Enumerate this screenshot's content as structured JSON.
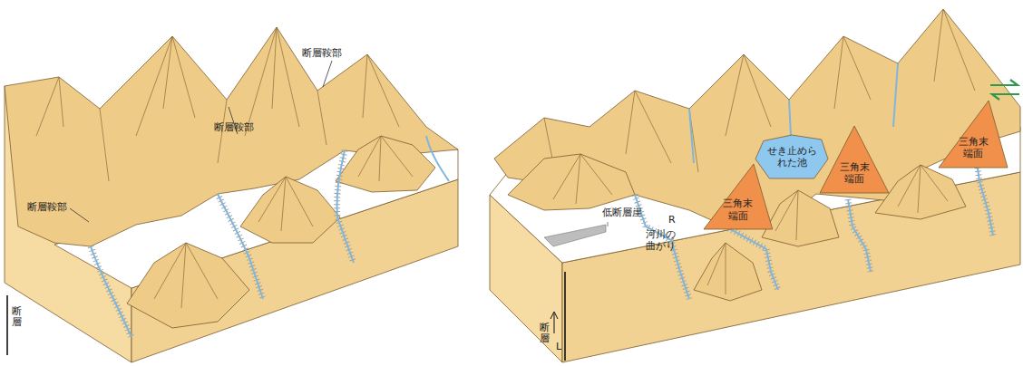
{
  "diagram": {
    "nodes": [
      {
        "text": [
          "三角末端面"
        ]
      },
      {
        "text": [
          "せき止められた池"
        ]
      },
      {
        "text": [
          "三角末端面"
        ]
      },
      {
        "text": [
          "三角末端面"
        ]
      }
    ],
    "labels": [
      "断層鞍部",
      "断層鞍部",
      "断層鞍部",
      "断層",
      "R",
      "河川の曲がり",
      "低断層崖",
      "断層",
      "L"
    ]
  }
}
